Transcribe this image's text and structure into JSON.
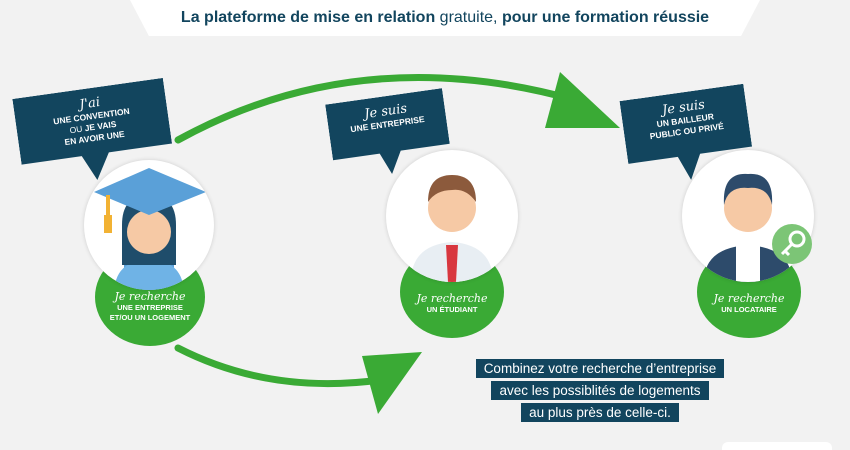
{
  "title": {
    "part1": "La plateforme de mise en relation",
    "part2": "gratuite,",
    "part3": "pour une formation réussie"
  },
  "profiles": [
    {
      "tag_script": "J'ai",
      "tag_lines": [
        "UNE CONVENTION",
        "OU",
        "JE VAIS",
        "EN AVOIR UNE"
      ],
      "search_script": "Je recherche",
      "search_lines": [
        "UNE ENTREPRISE",
        "ET/OU UN LOGEMENT"
      ]
    },
    {
      "tag_script": "Je suis",
      "tag_lines": [
        "UNE ENTREPRISE"
      ],
      "search_script": "Je recherche",
      "search_lines": [
        "UN ÉTUDIANT"
      ]
    },
    {
      "tag_script": "Je suis",
      "tag_lines": [
        "UN BAILLEUR",
        "PUBLIC OU PRIVÉ"
      ],
      "search_script": "Je recherche",
      "search_lines": [
        "UN LOCATAIRE"
      ]
    }
  ],
  "info_lines": [
    "Combinez votre recherche d’entreprise",
    "avec les possiblités de logements",
    "au plus près de celle-ci."
  ],
  "colors": {
    "navy": "#12455e",
    "green": "#3aaa35",
    "background": "#f2f2f2"
  },
  "icons": [
    "graduate-student-icon",
    "businessman-icon",
    "landlord-icon",
    "key-icon",
    "arrow-icon"
  ]
}
